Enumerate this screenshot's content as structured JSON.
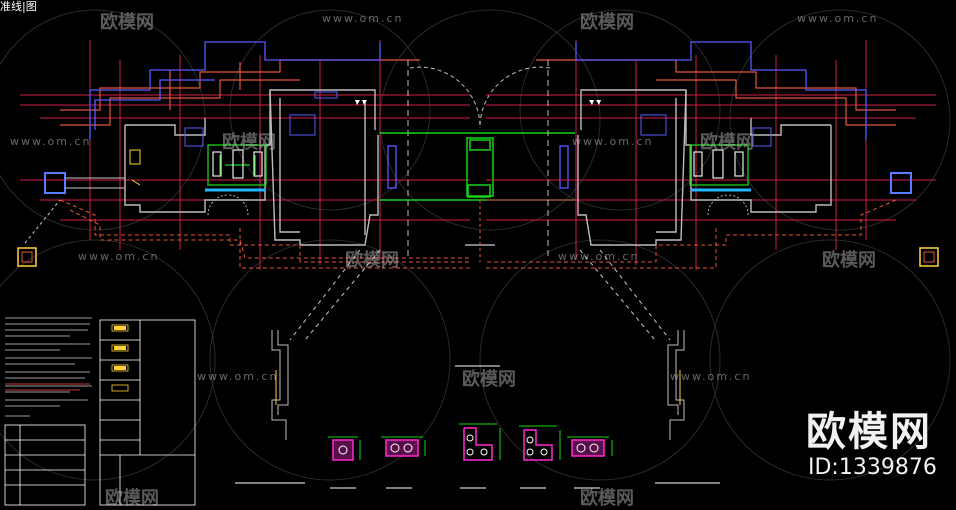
{
  "drawing": {
    "title_fragment": "准线|图",
    "colors": {
      "background": "#000000",
      "wall": "#c8c8c8",
      "axis": "#e0214a",
      "dim": "#e6553a",
      "blue": "#5a5aff",
      "green": "#19d219",
      "cyan": "#20b8ff",
      "magenta": "#ff2ad2",
      "yellow": "#ffd23a",
      "white": "#ffffff"
    }
  },
  "watermark": {
    "site": "www.om.cn",
    "brand_cn": "欧模网",
    "id_text": "ID:1339876"
  }
}
